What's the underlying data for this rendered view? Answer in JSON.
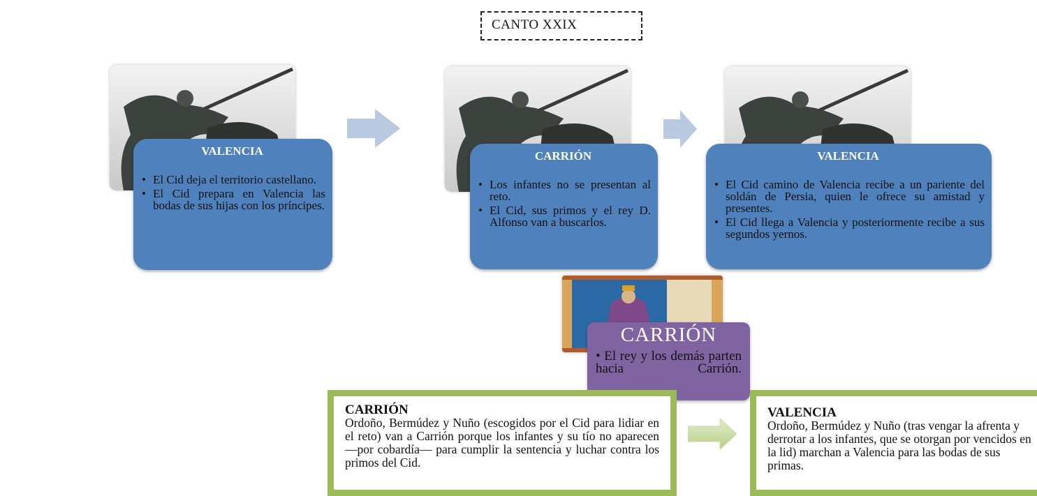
{
  "title": "CANTO XXIX",
  "cards": [
    {
      "heading": "VALENCIA",
      "bullets": [
        "El Cid deja el territorio castellano.",
        "El Cid prepara en Valencia las bodas de sus hijas con los príncipes."
      ]
    },
    {
      "heading": "CARRIÓN",
      "bullets": [
        "Los infantes no se presentan al reto.",
        "El Cid, sus primos y el rey D. Alfonso van a buscarlos."
      ]
    },
    {
      "heading": "VALENCIA",
      "bullets": [
        " El Cid camino de Valencia recibe a un pariente del soldán de Persia, quien le ofrece su amistad y presentes.",
        " El Cid llega a Valencia y posteriormente recibe a sus segundos yernos."
      ]
    }
  ],
  "purple": {
    "heading": "CARRIÓN",
    "text": "• El rey y los demás parten hacia Carrión."
  },
  "green_left": {
    "heading": "CARRIÓN",
    "text": "Ordoño, Bermúdez y Nuño (escogidos por el Cid para lidiar en el reto) van a Carrión porque los infantes y su tío no aparecen —por cobardía— para cumplir la sentencia y luchar contra los primos del Cid."
  },
  "green_right": {
    "heading": "VALENCIA",
    "text": "Ordoño, Bermúdez y Nuño (tras vengar la afrenta y derrotar a los infantes, que se otorgan por vencidos en la lid) marchan a Valencia para las bodas de sus primas."
  },
  "colors": {
    "blue_card": "#4f81bd",
    "purple_card": "#8064a2",
    "green_border": "#9bbb59",
    "arrow_blue": "#b9c9e0",
    "arrow_green": "#cfe0a8"
  },
  "icons": [
    "statue-image",
    "manuscript-image",
    "right-arrow-icon"
  ]
}
